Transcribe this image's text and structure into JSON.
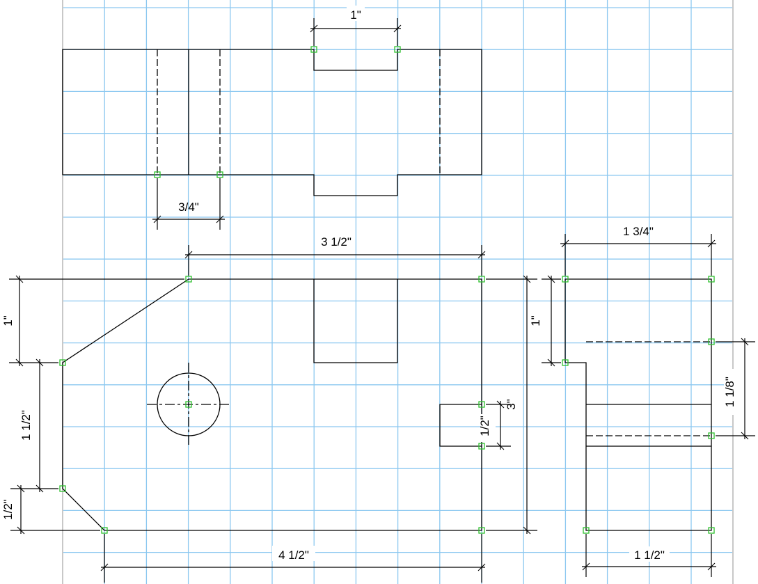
{
  "drawing": {
    "type": "orthographic-cad-drawing",
    "colors": {
      "grid": "#8cc8f0",
      "geometry": "#000000",
      "snap_point": "#2ec02e",
      "page_edge": "#c8c8c8",
      "background": "#ffffff"
    },
    "views": [
      "top-view",
      "front-view",
      "right-side-view"
    ],
    "dimensions": {
      "top_slot_width": "1\"",
      "top_hidden_width": "3/4\"",
      "front_top_length": "3 1/2\"",
      "front_left_upper": "1\"",
      "front_left_middle": "1 1/2\"",
      "front_left_lower": "1/2\"",
      "front_bottom_length": "4 1/2\"",
      "front_slot_height": "1/2\"",
      "front_slot_depth": "3\"",
      "side_top_width": "1 3/4\"",
      "side_left_height": "1\"",
      "side_right_height": "1 1/8\"",
      "side_bottom_width": "1 1/2\""
    }
  }
}
